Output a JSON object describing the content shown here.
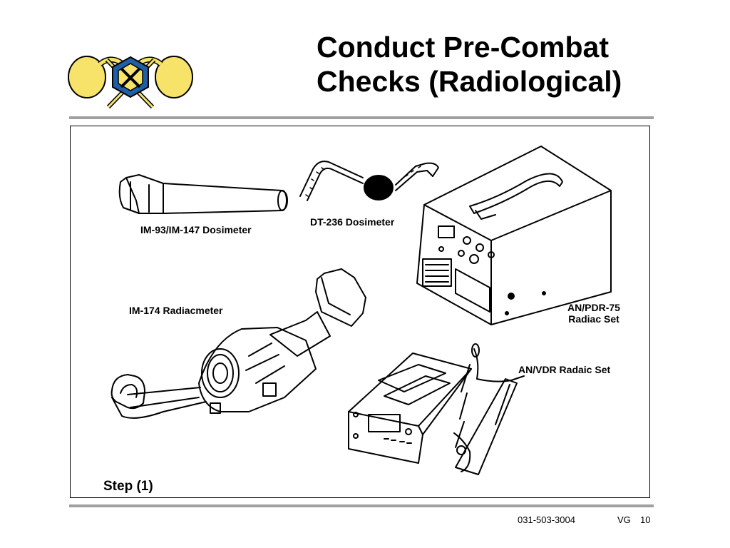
{
  "slide": {
    "title_line1": "Conduct Pre-Combat",
    "title_line2": "Checks (Radiological)",
    "step": "Step (1)"
  },
  "equipment": {
    "im93": "IM-93/IM-147 Dosimeter",
    "dt236": "DT-236 Dosimeter",
    "im174": "IM-174 Radiacmeter",
    "pdr75_line1": "AN/PDR-75",
    "pdr75_line2": "Radiac Set",
    "vdr": "AN/VDR Radaic Set"
  },
  "footer": {
    "code": "031-503-3004",
    "initials": "VG",
    "page": "10"
  },
  "colors": {
    "logo_yellow": "#f7e26a",
    "logo_blue": "#1f5fa8",
    "rule_gray": "#a0a0a0"
  },
  "icons": {
    "logo": "chemical-corps-insignia-icon"
  }
}
